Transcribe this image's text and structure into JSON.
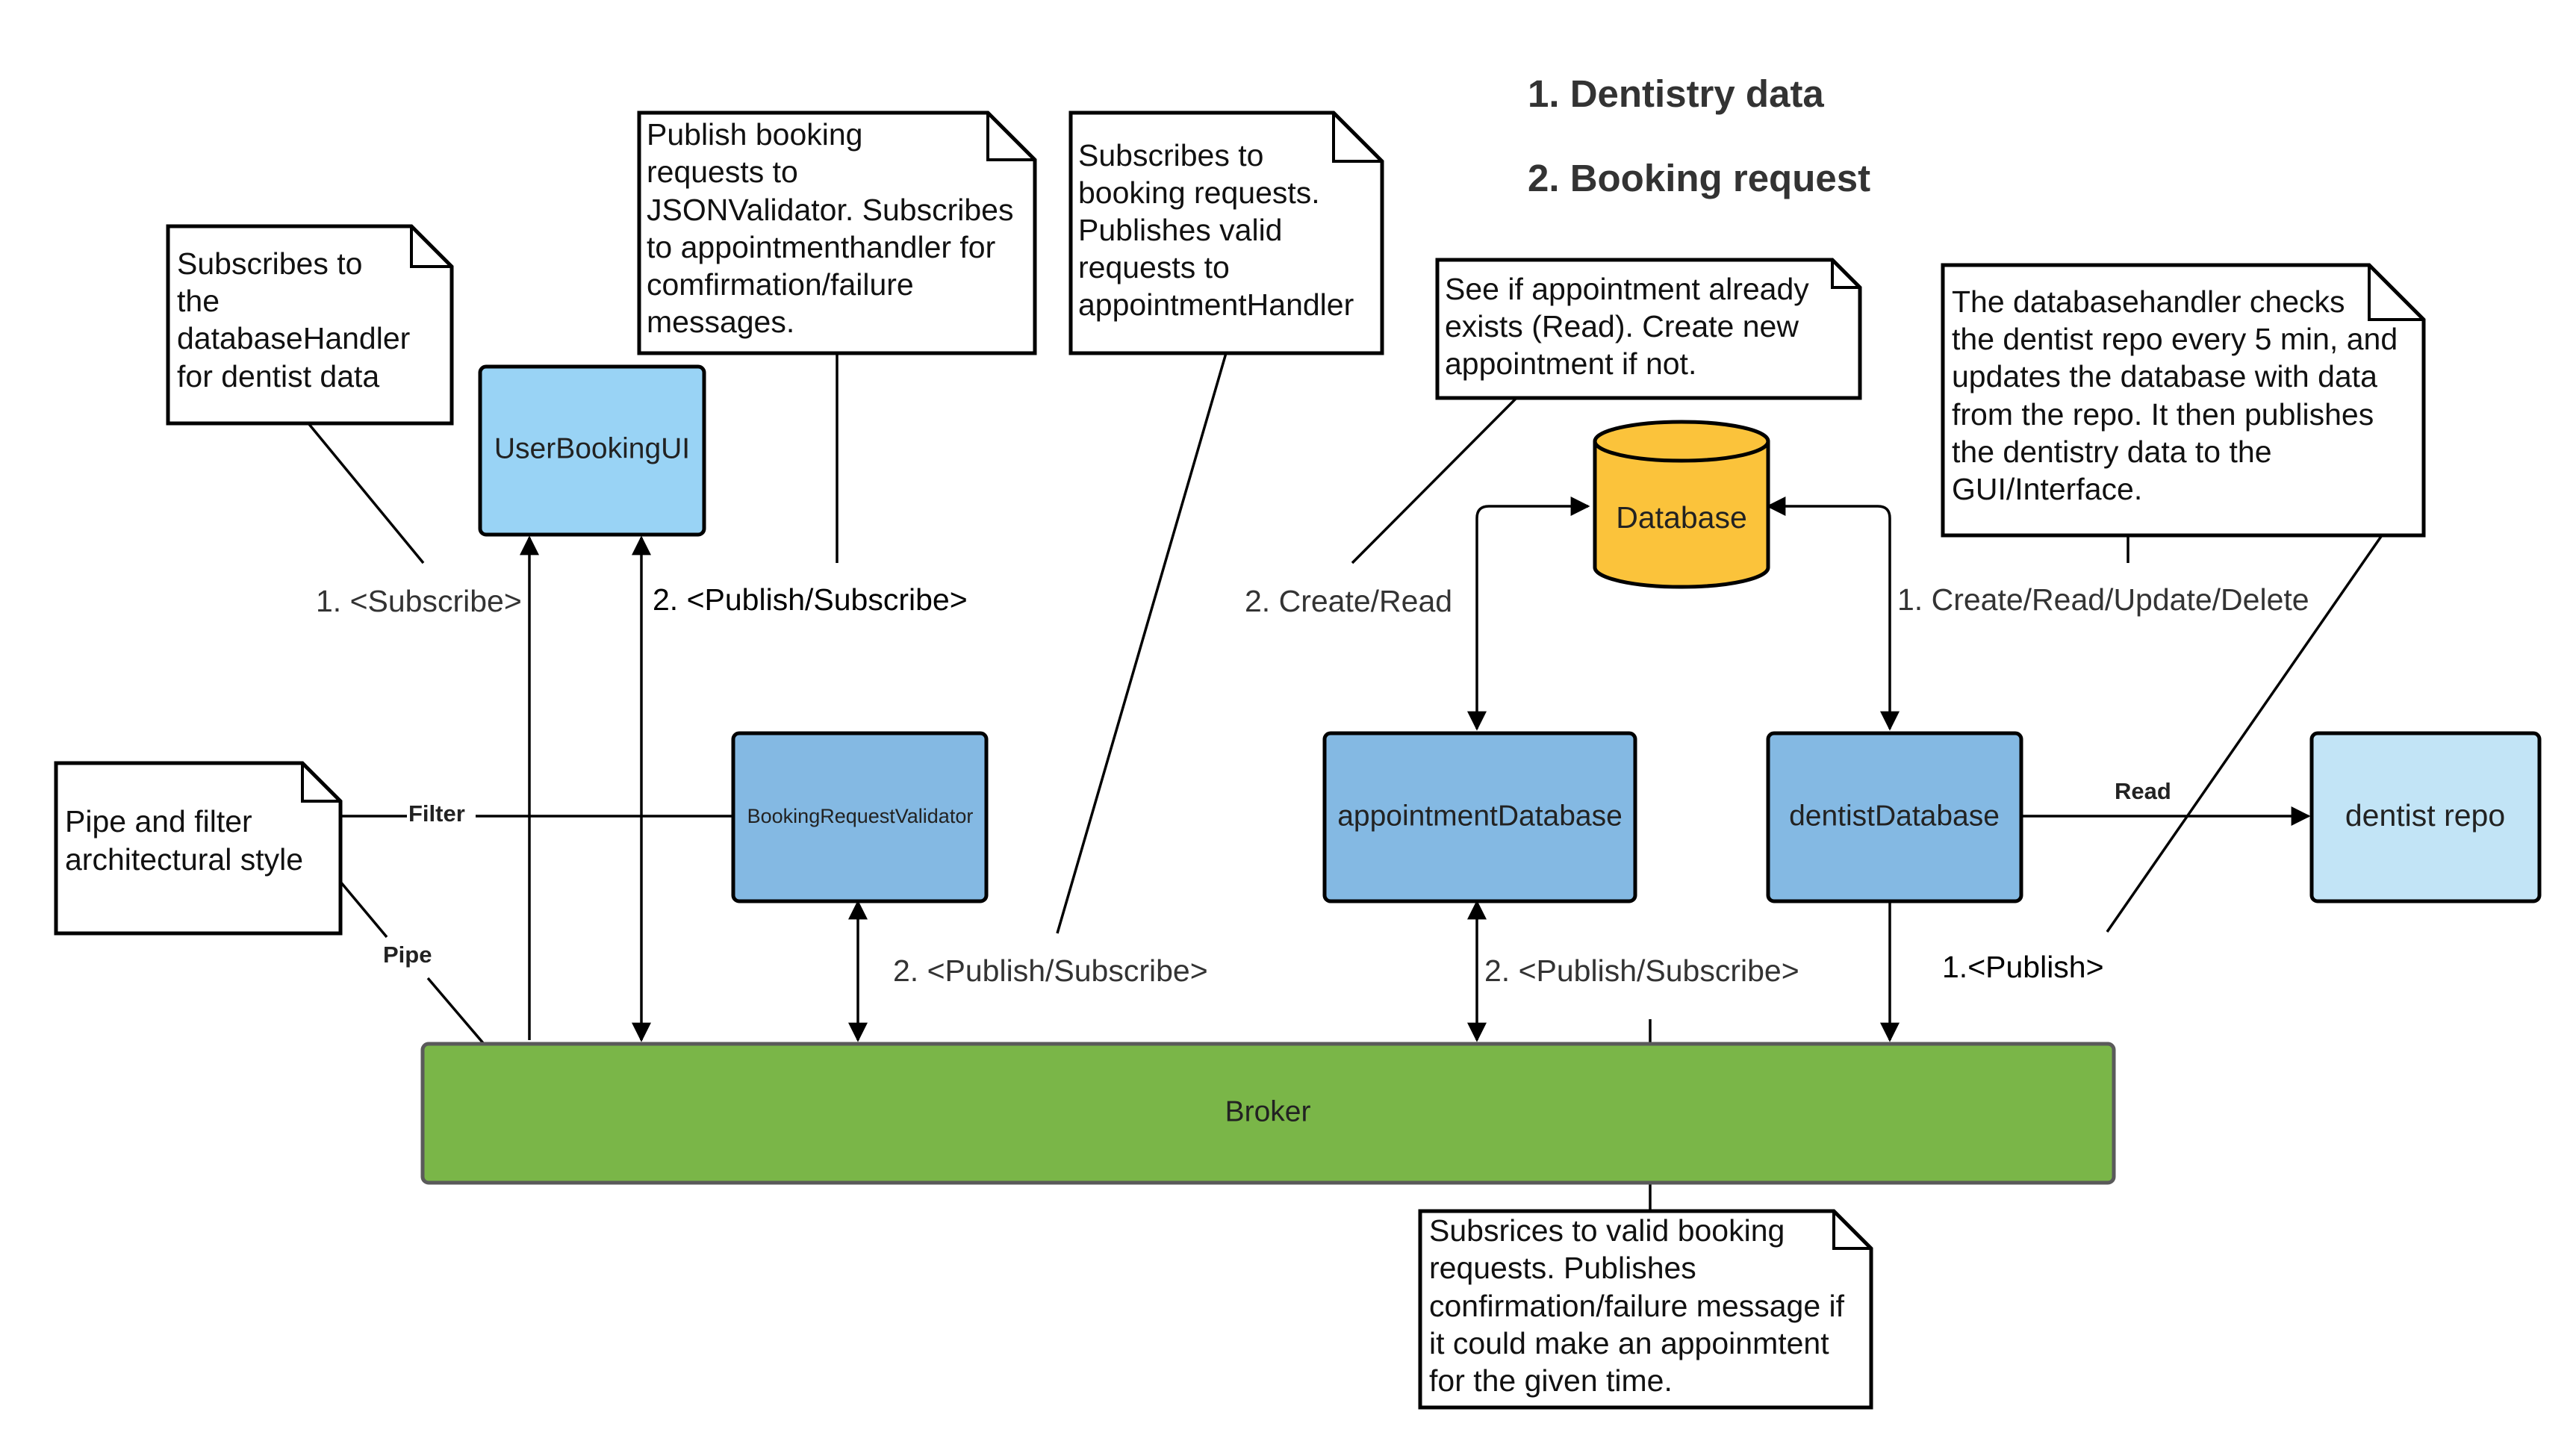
{
  "headings": [
    "1. Dentistry data",
    "2. Booking request"
  ],
  "components": {
    "user_booking_ui": "UserBookingUI",
    "booking_request_validator": "BookingRequestValidator",
    "appointment_database": "appointmentDatabase",
    "dentist_database": "dentistDatabase",
    "dentist_repo": "dentist repo",
    "database": "Database",
    "broker": "Broker"
  },
  "edge_labels": {
    "subscribe_ui": "1. <Subscribe>",
    "publish_subscribe_ui": "2. <Publish/Subscribe>",
    "create_read": "2. Create/Read",
    "crud": "1. Create/Read/Update/Delete",
    "read": "Read",
    "filter": "Filter",
    "pipe": "Pipe",
    "publish_subscribe_validator": "2. <Publish/Subscribe>",
    "publish_subscribe_appointment": "2. <Publish/Subscribe>",
    "publish_dentist": "1.<Publish>"
  },
  "notes": {
    "ui_subscribe": [
      "Subscribes to",
      "the",
      "databaseHandler",
      "for dentist data"
    ],
    "ui_publish": [
      "Publish booking",
      "requests to",
      "JSONValidator. Subscribes",
      "to appointmenthandler for",
      "comfirmation/failure",
      "messages."
    ],
    "validator": [
      "Subscribes to",
      "booking requests.",
      "Publishes valid",
      "requests to",
      "appointmentHandler"
    ],
    "appointment_read": [
      "See if appointment already",
      "exists (Read). Create new",
      "appointment if not."
    ],
    "database_handler": [
      "The databasehandler checks",
      "the dentist repo every 5 min, and",
      "updates the database with data",
      "from the repo. It then publishes",
      "the dentistry data to the",
      "GUI/Interface."
    ],
    "pipe_filter": [
      "Pipe and filter",
      "architectural style"
    ],
    "appointment_handler": [
      "Subsrices to valid booking",
      "requests. Publishes",
      "confirmation/failure message if",
      "it could make an appoinmtent",
      "for the given time."
    ]
  },
  "colors": {
    "ui_box": "#99d3f5",
    "component_box": "#84b9e3",
    "repo_box": "#c2e4f6",
    "database": "#fbc33b",
    "broker": "#7ab648",
    "outline": "#000000"
  }
}
